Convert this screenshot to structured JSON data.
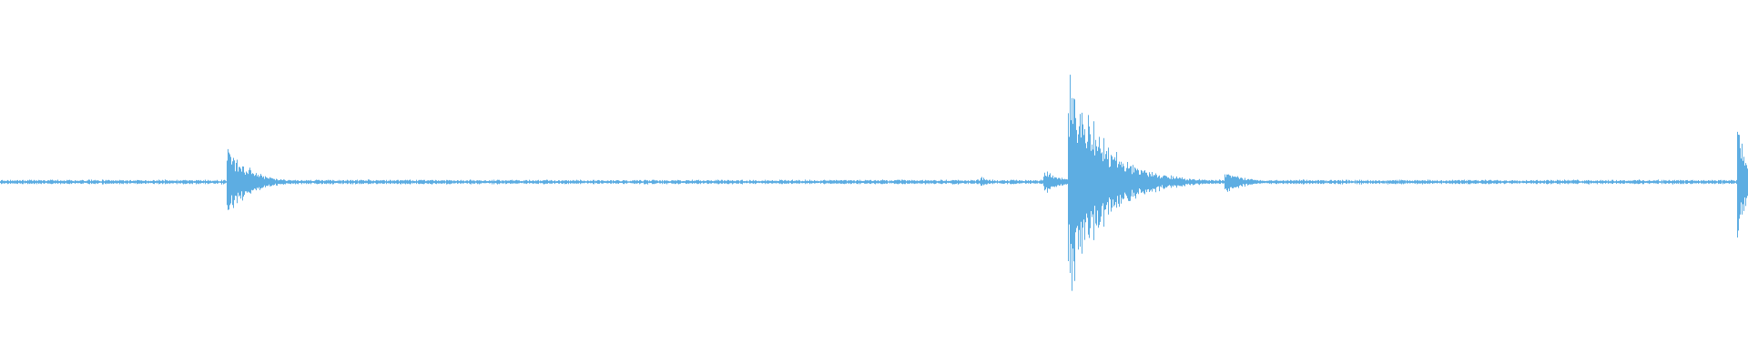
{
  "waveform": {
    "color": "#5DADE2",
    "background": "#ffffff",
    "noise_level": 0.012,
    "events": [
      {
        "position": 0.131,
        "amplitude": 0.24,
        "decay": 0.012
      },
      {
        "position": 0.562,
        "amplitude": 0.03,
        "decay": 0.004
      },
      {
        "position": 0.598,
        "amplitude": 0.07,
        "decay": 0.01
      },
      {
        "position": 0.612,
        "amplitude": 0.74,
        "decay": 0.02
      },
      {
        "position": 0.702,
        "amplitude": 0.08,
        "decay": 0.01
      },
      {
        "position": 0.995,
        "amplitude": 0.36,
        "decay": 0.004
      }
    ]
  }
}
